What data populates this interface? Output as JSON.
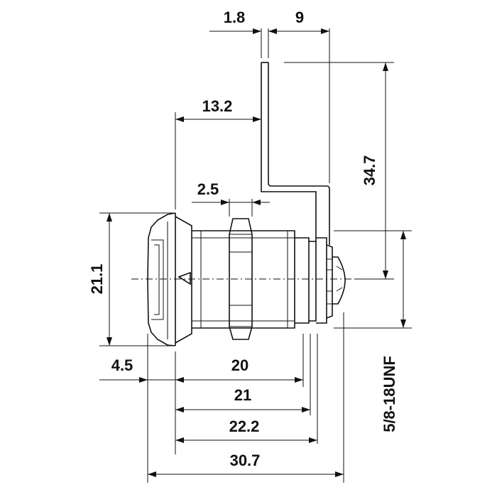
{
  "dimensions": {
    "cam_thickness": "1.8",
    "cam_offset": "9",
    "cam_reach": "13.2",
    "nut_thickness": "2.5",
    "cam_length": "34.7",
    "face_diameter": "21.1",
    "head_height": "4.5",
    "body_20": "20",
    "body_21": "21",
    "body_22_2": "22.2",
    "overall_length": "30.7",
    "thread_spec": "5/8-18UNF"
  }
}
